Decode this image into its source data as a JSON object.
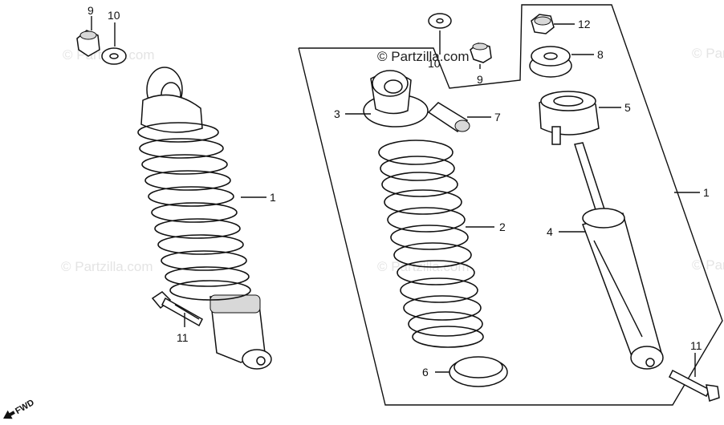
{
  "watermark": {
    "text": "© Partzilla.com",
    "text_featured": "© Partzilla.com"
  },
  "direction": {
    "label": "FWD"
  },
  "callouts": {
    "left_nut": "9",
    "left_washer": "10",
    "left_shock": "1",
    "left_bolt": "11",
    "washer_top": "10",
    "nut_top": "9",
    "upper_mount": "3",
    "bushing": "7",
    "spring": "2",
    "seat": "6",
    "lock_nut": "12",
    "rubber_bush": "8",
    "adjuster": "5",
    "damper": "4",
    "right_assembly": "1",
    "right_bolt": "11"
  }
}
